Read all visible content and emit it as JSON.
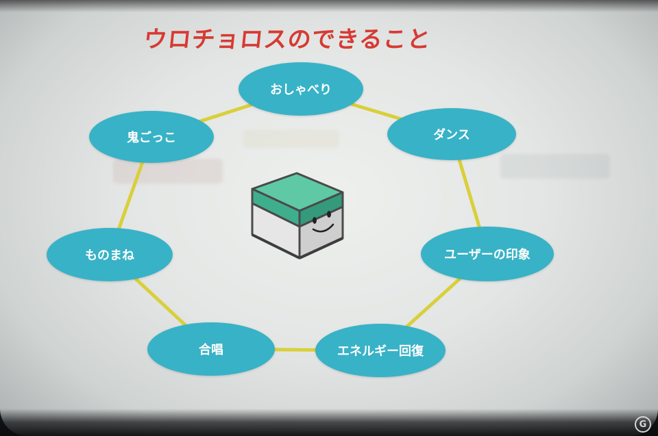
{
  "slide": {
    "title": "ウロチョロスのできること",
    "colors": {
      "title": "#d73a33",
      "node_fill": "#38b2c6",
      "node_text": "#ffffff",
      "connector": "#d9cf3a",
      "cube_top": "#5fc9a6",
      "cube_side": "#e6e6e6"
    },
    "nodes": [
      {
        "id": "talk",
        "label": "おしゃべり"
      },
      {
        "id": "dance",
        "label": "ダンス"
      },
      {
        "id": "impression",
        "label": "ユーザーの印象"
      },
      {
        "id": "energy",
        "label": "エネルギー回復"
      },
      {
        "id": "chorus",
        "label": "合唱"
      },
      {
        "id": "mimic",
        "label": "ものまね"
      },
      {
        "id": "tag",
        "label": "鬼ごっこ"
      }
    ],
    "center_icon": "smiling-cube-icon"
  },
  "watermark": {
    "icon": "watermark-logo-icon",
    "text": "G"
  }
}
